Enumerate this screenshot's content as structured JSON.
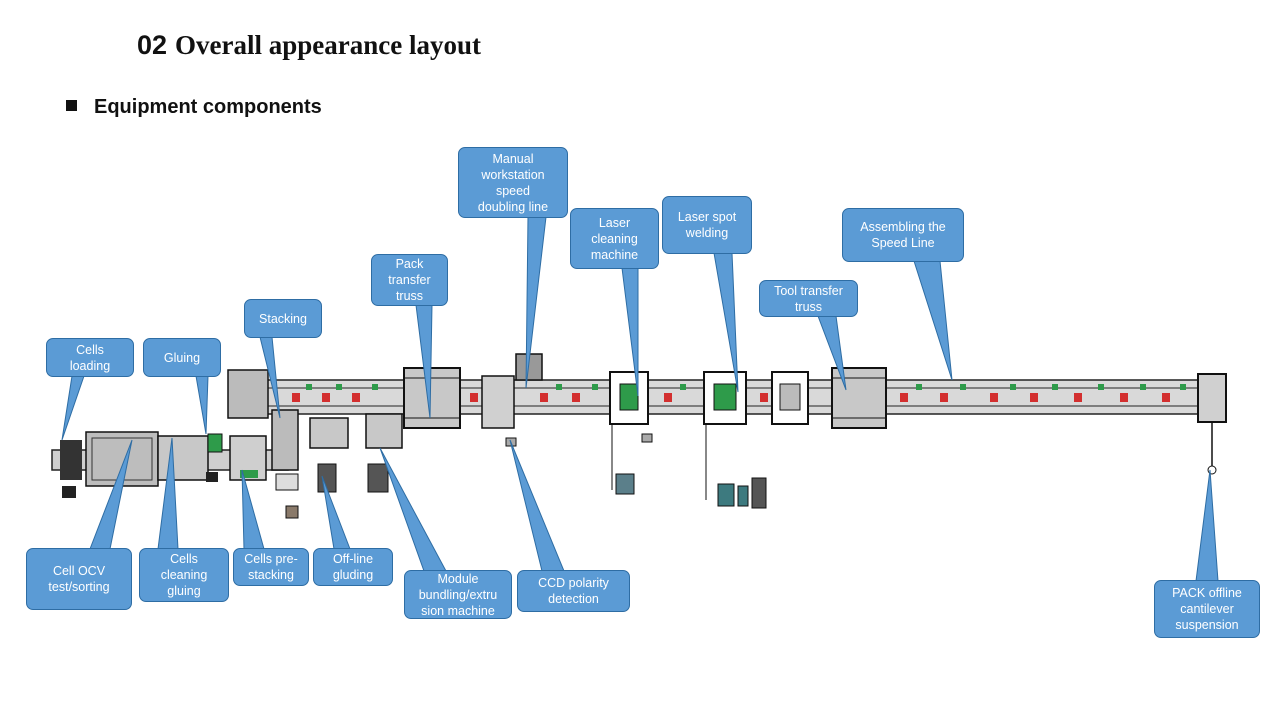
{
  "title": {
    "number": "02",
    "text": "Overall appearance layout"
  },
  "section": {
    "heading": "Equipment components"
  },
  "colors": {
    "callout_fill": "#5b9bd5",
    "callout_border": "#2e6da4",
    "machine_red": "#d32f2f",
    "machine_green": "#2e9b4a"
  },
  "callouts": [
    {
      "id": "cells-loading",
      "label": "Cells\nloading"
    },
    {
      "id": "gluing",
      "label": "Gluing"
    },
    {
      "id": "stacking",
      "label": "Stacking"
    },
    {
      "id": "pack-transfer-truss",
      "label": "Pack\ntransfer\ntruss"
    },
    {
      "id": "manual-workstation",
      "label": "Manual\nworkstation\nspeed\ndoubling line"
    },
    {
      "id": "laser-cleaning",
      "label": "Laser\ncleaning\nmachine"
    },
    {
      "id": "laser-spot-welding",
      "label": "Laser spot\nwelding"
    },
    {
      "id": "tool-transfer-truss",
      "label": "Tool transfer\ntruss"
    },
    {
      "id": "assembling-speed-line",
      "label": "Assembling the\nSpeed Line"
    },
    {
      "id": "cell-ocv",
      "label": "Cell OCV\ntest/sorting"
    },
    {
      "id": "cells-cleaning-gluing",
      "label": "Cells\ncleaning\ngluing"
    },
    {
      "id": "cells-pre-stacking",
      "label": "Cells pre-\nstacking"
    },
    {
      "id": "off-line-gluding",
      "label": "Off-line\ngluding"
    },
    {
      "id": "module-bundling",
      "label": "Module\nbundling/extru\nsion machine"
    },
    {
      "id": "ccd-polarity",
      "label": "CCD polarity\ndetection"
    },
    {
      "id": "pack-offline",
      "label": "PACK offline\ncantilever\nsuspension"
    }
  ]
}
